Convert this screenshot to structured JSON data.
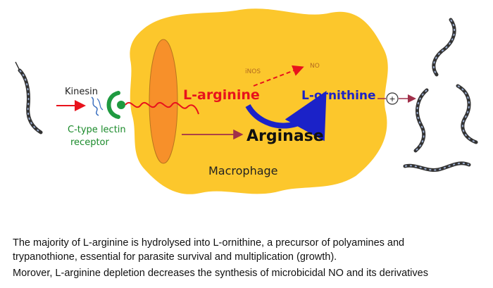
{
  "labels": {
    "kinesin": "Kinesin",
    "lectin_line1": "C-type lectin",
    "lectin_line2": "receptor",
    "inos": "iNOS",
    "no": "NO",
    "l_arginine": "L-arginine",
    "l_ornithine": "L-ornithine",
    "arginase": "Arginase",
    "macrophage": "Macrophage",
    "plus_sign": "+"
  },
  "caption": {
    "line1": "The majority of L-arginine is hydrolysed into L-ornithine, a precursor of polyamines and",
    "line2": "trypanothione, essential for parasite survival and multiplication (growth).",
    "line3": "Morover, L-arginine depletion decreases the synthesis of microbicidal NO and its derivatives"
  },
  "colors": {
    "macrophage": "#fcc72c",
    "membrane": "#f7902a",
    "red": "#e8121c",
    "blue": "#1b22c8",
    "green": "#1a8a2a",
    "receptor": "#1f9a40",
    "dark_arrow": "#a0304a"
  },
  "icons": [
    "trypanosome-parasite-icon",
    "kinesin-molecule-icon",
    "lectin-receptor-icon"
  ]
}
